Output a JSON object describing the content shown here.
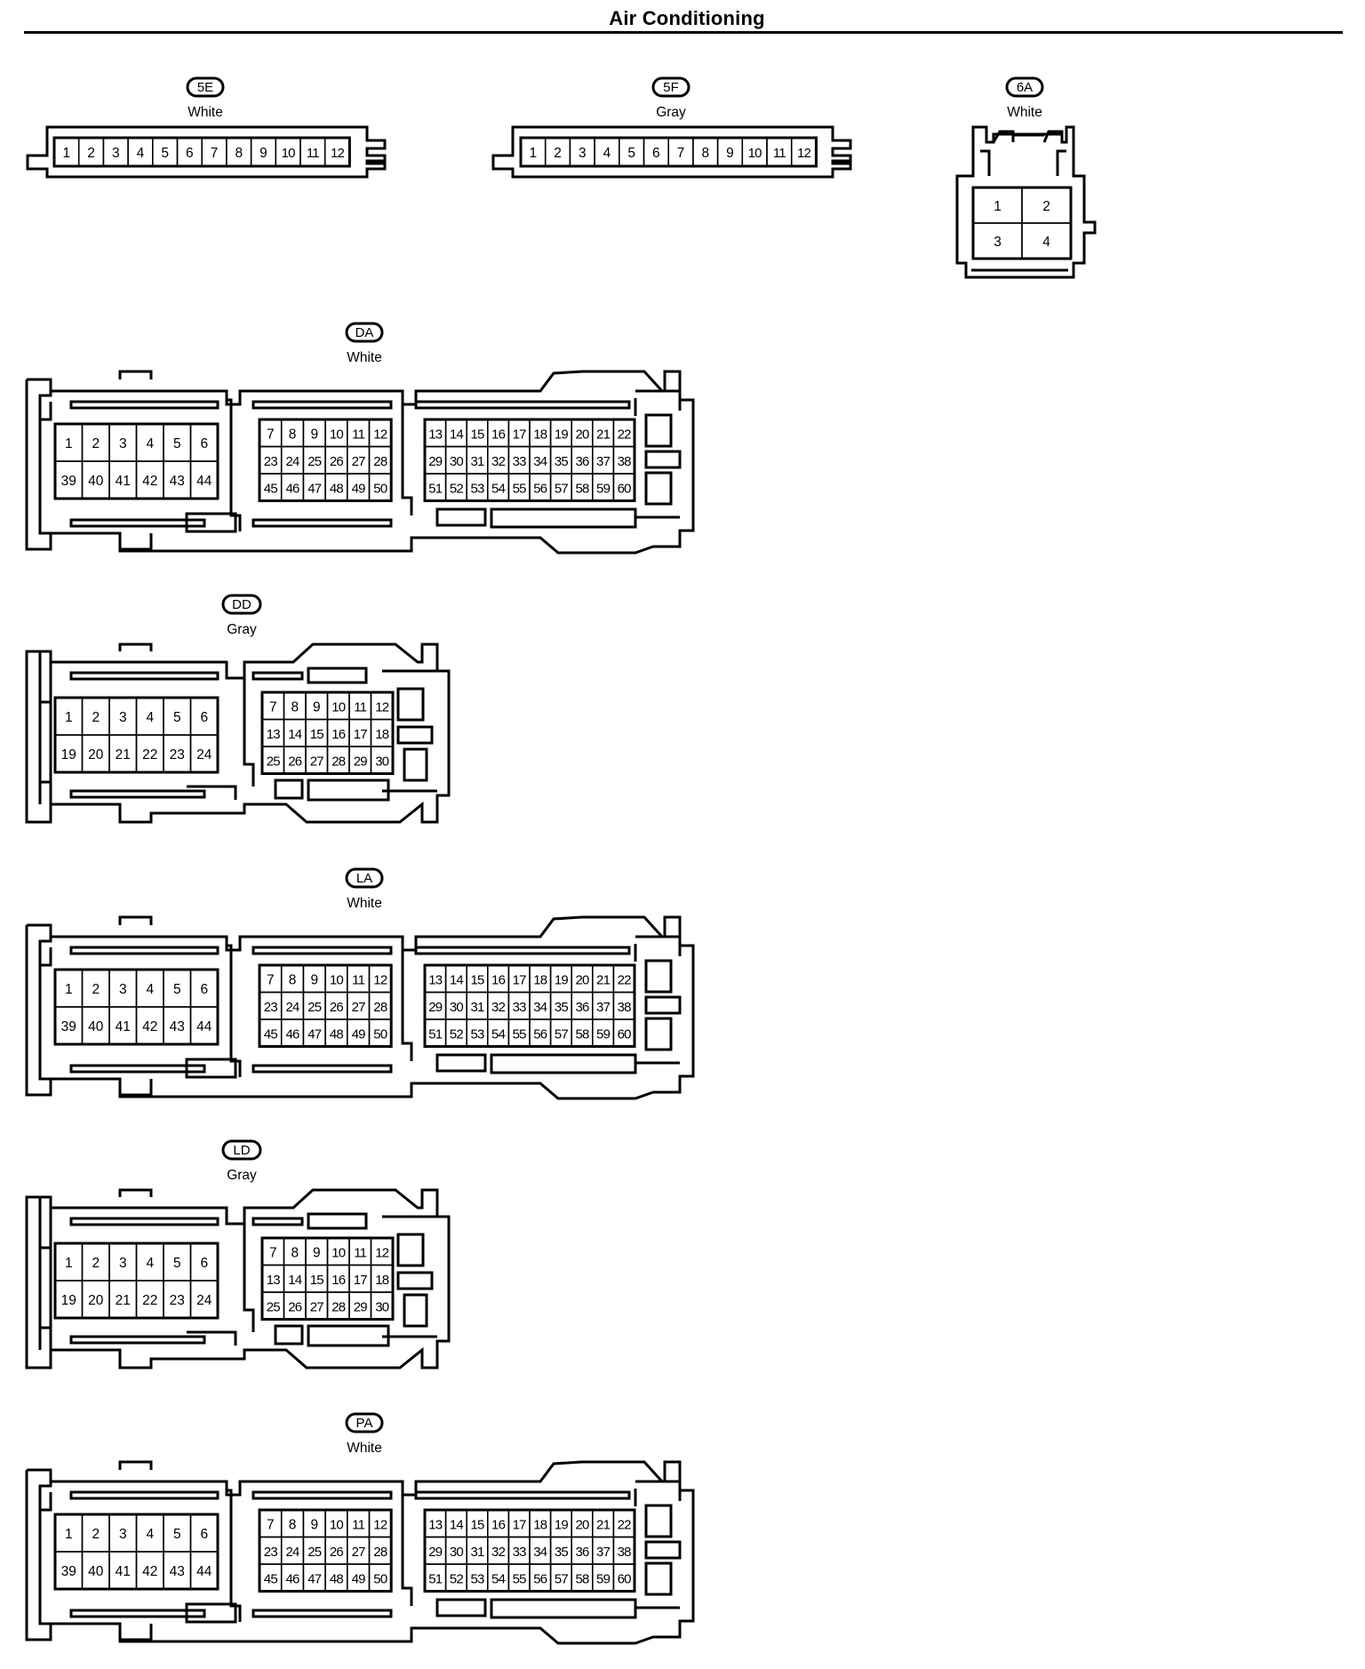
{
  "title": "Air Conditioning",
  "connectors": [
    {
      "id": "5E",
      "color": "White",
      "kind": "row12"
    },
    {
      "id": "5F",
      "color": "Gray",
      "kind": "row12"
    },
    {
      "id": "6A",
      "color": "White",
      "kind": "square4"
    },
    {
      "id": "DA",
      "color": "White",
      "kind": "large60"
    },
    {
      "id": "DD",
      "color": "Gray",
      "kind": "medium30"
    },
    {
      "id": "LA",
      "color": "White",
      "kind": "large60"
    },
    {
      "id": "LD",
      "color": "Gray",
      "kind": "medium30"
    },
    {
      "id": "PA",
      "color": "White",
      "kind": "large60"
    }
  ],
  "pinouts": {
    "row12": [
      [
        "1",
        "2",
        "3",
        "4",
        "5",
        "6",
        "7",
        "8",
        "9",
        "10",
        "11",
        "12"
      ]
    ],
    "square4": [
      [
        "1",
        "2"
      ],
      [
        "3",
        "4"
      ]
    ],
    "large60": {
      "left": [
        [
          "1",
          "2",
          "3",
          "4",
          "5",
          "6"
        ],
        [
          "39",
          "40",
          "41",
          "42",
          "43",
          "44"
        ]
      ],
      "mid": [
        [
          "7",
          "8",
          "9",
          "10",
          "11",
          "12"
        ],
        [
          "23",
          "24",
          "25",
          "26",
          "27",
          "28"
        ],
        [
          "45",
          "46",
          "47",
          "48",
          "49",
          "50"
        ]
      ],
      "right": [
        [
          "13",
          "14",
          "15",
          "16",
          "17",
          "18",
          "19",
          "20",
          "21",
          "22"
        ],
        [
          "29",
          "30",
          "31",
          "32",
          "33",
          "34",
          "35",
          "36",
          "37",
          "38"
        ],
        [
          "51",
          "52",
          "53",
          "54",
          "55",
          "56",
          "57",
          "58",
          "59",
          "60"
        ]
      ]
    },
    "medium30": {
      "left": [
        [
          "1",
          "2",
          "3",
          "4",
          "5",
          "6"
        ],
        [
          "19",
          "20",
          "21",
          "22",
          "23",
          "24"
        ]
      ],
      "mid": [
        [
          "7",
          "8",
          "9",
          "10",
          "11",
          "12"
        ],
        [
          "13",
          "14",
          "15",
          "16",
          "17",
          "18"
        ],
        [
          "25",
          "26",
          "27",
          "28",
          "29",
          "30"
        ]
      ]
    }
  }
}
